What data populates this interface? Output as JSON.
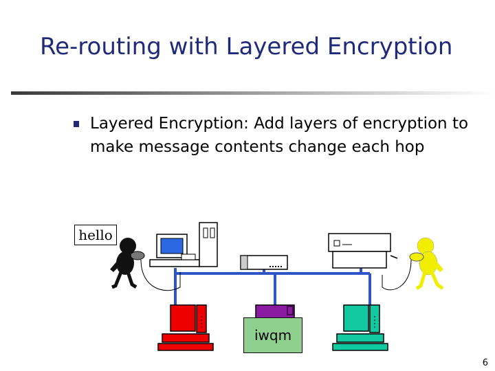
{
  "slide": {
    "title": "Re-routing with Layered Encryption",
    "bullet_text": "Layered Encryption:  Add layers of encryption to make message contents change each hop",
    "page_number": "6"
  },
  "diagram": {
    "sender_message": "hello",
    "encrypted_message": "iwqm",
    "colors": {
      "network_line": "#2e55c8",
      "sender": "#111111",
      "receiver": "#f2ee00",
      "node_1": "#ee0000",
      "node_2": "#8a1aa0",
      "node_3": "#11c9a0",
      "message_box": "#8fd08f",
      "title": "#1f2a7a"
    }
  }
}
